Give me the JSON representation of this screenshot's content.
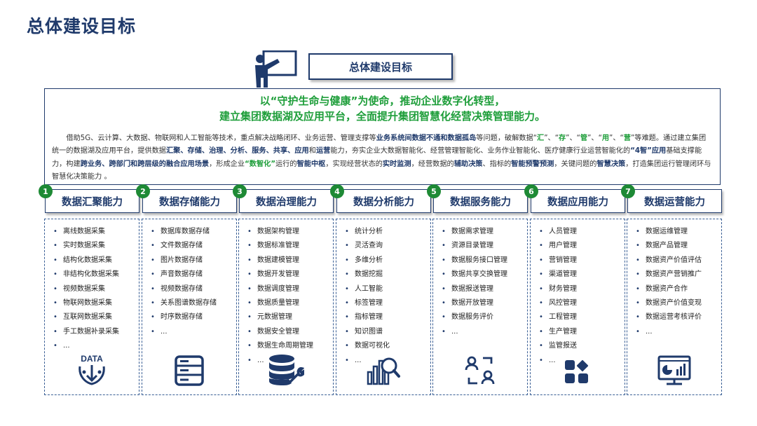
{
  "page": {
    "title": "总体建设目标"
  },
  "header": {
    "box_label": "总体建设目标"
  },
  "mission": {
    "line1": "以“守护生命与健康”为使命，推动企业数字化转型，",
    "line2": "建立集团数据湖及应用平台，全面提升集团智慧化经营决策管理能力。",
    "desc_parts": [
      "借助5G、云计算、大数据、物联网和人工智能等技术，重点解决战略闭环、业务运营、管理支撑等",
      "业务系统间数据不通和数据孤岛",
      "等问题，破解数据“",
      "汇",
      "”、“",
      "存",
      "”、“",
      "管",
      "”、“",
      "用",
      "”、“",
      "营",
      "”等难题。通过建立集团统一的数据湖及应用平台，提供数据",
      "汇聚、存储、治理、分析、服务、共享、应用",
      "和",
      "运营",
      "能力，夯实企业大数据智能化、经营管理智能化、业务作业智能化、医疗健康行业运营智能化的",
      "“4智”应用",
      "基础支撑能力，构建",
      "跨业务、跨部门和跨层级的融合应用场景",
      "，形成企业",
      "“数智化”",
      "运行的",
      "智能中枢",
      "，实现经营状态的",
      "实时监测",
      "，经营数据的",
      "辅助决策",
      "、指标的",
      "智能预警预测",
      "，关键问题的",
      "智慧决策",
      "，打造集团运行管理闭环与智慧化决策能力 。"
    ]
  },
  "columns": [
    {
      "num": "1",
      "title": "数据汇聚能力",
      "icon": "data-funnel-icon",
      "items": [
        "离线数据采集",
        "实时数据采集",
        "结构化数据采集",
        "非结构化数据采集",
        "视频数据采集",
        "物联网数据采集",
        "互联网数据采集",
        "手工数据补录采集",
        "..."
      ]
    },
    {
      "num": "2",
      "title": "数据存储能力",
      "icon": "server-icon",
      "items": [
        "数据库数据存储",
        "文件数据存储",
        "图片数据存储",
        "声音数据存储",
        "视频数据存储",
        "关系图谱数据存储",
        "时序数据存储",
        "..."
      ]
    },
    {
      "num": "3",
      "title": "数据治理能力",
      "icon": "database-wrench-icon",
      "items": [
        "数据架构管理",
        "数据标准管理",
        "数据建模管理",
        "数据开发管理",
        "数据调度管理",
        "数据质量管理",
        "元数据管理",
        "数据安全管理",
        "数据生命周期管理",
        "..."
      ]
    },
    {
      "num": "4",
      "title": "数据分析能力",
      "icon": "chart-search-icon",
      "items": [
        "统计分析",
        "灵活查询",
        "多维分析",
        "数据挖掘",
        "人工智能",
        "标签管理",
        "指标管理",
        "知识图谱",
        "数据可视化",
        "..."
      ]
    },
    {
      "num": "5",
      "title": "数据服务能力",
      "icon": "users-service-icon",
      "items": [
        "数据需求管理",
        "资源目录管理",
        "数据服务接口管理",
        "数据共享交换管理",
        "数据报送管理",
        "数据开放管理",
        "数据服务评价",
        "..."
      ]
    },
    {
      "num": "6",
      "title": "数据应用能力",
      "icon": "apps-grid-icon",
      "items": [
        "人员管理",
        "用户管理",
        "营销管理",
        "渠道管理",
        "财务管理",
        "风控管理",
        "工程管理",
        "生产管理",
        "监管报送",
        "..."
      ]
    },
    {
      "num": "7",
      "title": "数据运营能力",
      "icon": "dashboard-monitor-icon",
      "items": [
        "数据运维管理",
        "数据产品管理",
        "数据资产价值评估",
        "数据资产营销推广",
        "数据资产合作",
        "数据资产价值变现",
        "数据运营考核评价",
        "..."
      ]
    }
  ],
  "colors": {
    "navy": "#1f3a6b",
    "green": "#1e9e3a",
    "badge": "#1e8a35"
  }
}
